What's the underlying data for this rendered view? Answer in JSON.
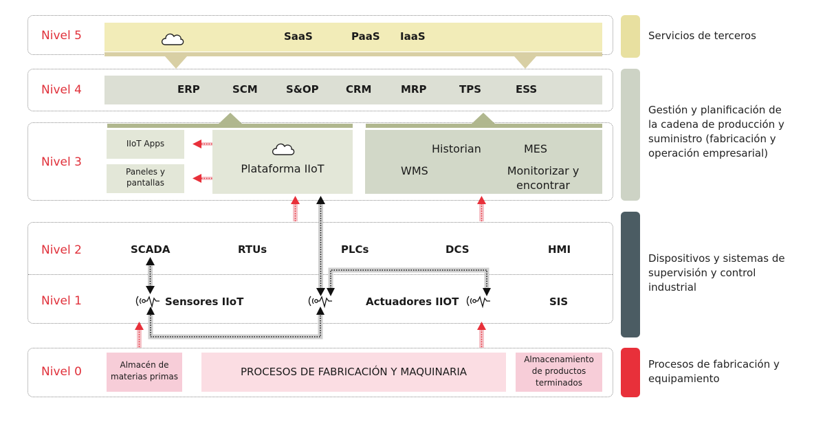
{
  "levels": [
    {
      "id": 5,
      "label": "Nivel 5"
    },
    {
      "id": 4,
      "label": "Nivel 4"
    },
    {
      "id": 3,
      "label": "Nivel 3"
    },
    {
      "id": 2,
      "label": "Nivel 2"
    },
    {
      "id": 1,
      "label": "Nivel 1"
    },
    {
      "id": 0,
      "label": "Nivel 0"
    }
  ],
  "nivel5": {
    "items": [
      "SaaS",
      "PaaS",
      "IaaS"
    ],
    "icon": "cloud-icon"
  },
  "nivel4": {
    "items": [
      "ERP",
      "SCM",
      "S&OP",
      "CRM",
      "MRP",
      "TPS",
      "ESS"
    ]
  },
  "nivel3": {
    "apps": "IIoT Apps",
    "panels_line1": "Paneles y",
    "panels_line2": "pantallas",
    "platform": "Plataforma IIoT",
    "historian": "Historian",
    "mes": "MES",
    "wms": "WMS",
    "monitor_line1": "Monitorizar y",
    "monitor_line2": "encontrar"
  },
  "nivel2": {
    "items": [
      "SCADA",
      "RTUs",
      "PLCs",
      "DCS",
      "HMI"
    ]
  },
  "nivel1": {
    "sensors": "Sensores IIoT",
    "actuators": "Actuadores IIOT",
    "sis": "SIS",
    "icon": "sensor-signal-icon"
  },
  "nivel0": {
    "raw_line1": "Almacén de",
    "raw_line2": "materias primas",
    "main": "PROCESOS DE FABRICACIÓN Y MAQUINARIA",
    "finished_line1": "Almacenamiento",
    "finished_line2": "de productos",
    "finished_line3": "terminados"
  },
  "legend": [
    {
      "color": "#e8e0a0",
      "lines": [
        "Servicios de terceros"
      ]
    },
    {
      "color": "#cdd3c5",
      "lines": [
        "Gestión y planificación de",
        "la cadena de producción y",
        "suministro (fabricación y",
        "operación empresarial)"
      ]
    },
    {
      "color": "#4b5c63",
      "lines": [
        "Dispositivos y sistemas de",
        "supervisión y control",
        "industrial"
      ]
    },
    {
      "color": "#e8303a",
      "lines": [
        "Procesos de fabricación y",
        "equipamiento"
      ]
    }
  ],
  "colors": {
    "level_label": "#e0303a",
    "n5_fill": "#f2ecb8",
    "n5_strip": "#d8cfa4",
    "n4_fill": "#dcdfd4",
    "n3_strip": "#b0b78e",
    "n3_light": "#e3e7d8",
    "n3_dark": "#d2d8c8",
    "n0_dark": "#f7cdd8",
    "n0_light": "#fbdde3",
    "arrow_red": "#e8303a",
    "arrow_black": "#111111"
  }
}
